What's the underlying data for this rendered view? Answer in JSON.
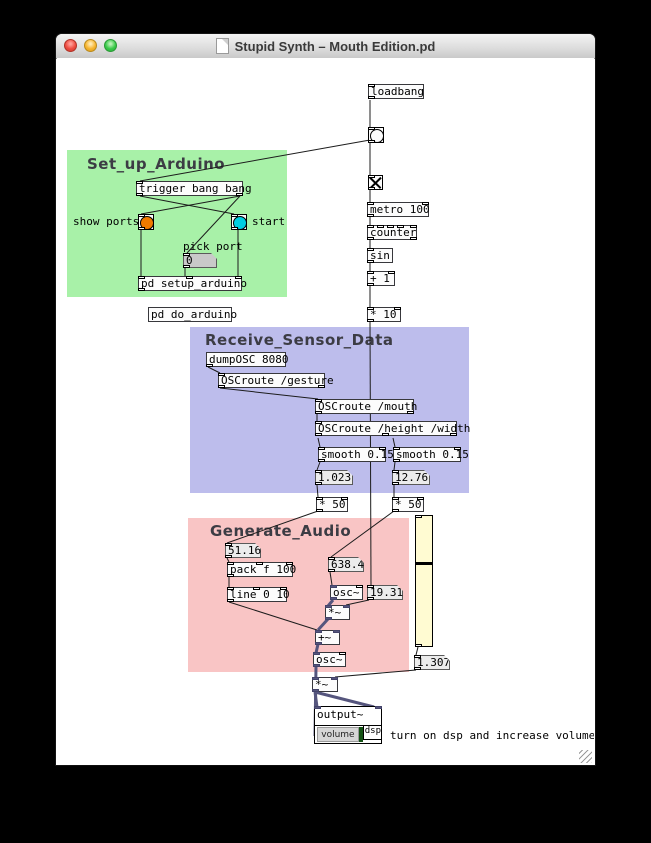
{
  "window": {
    "title": "Stupid Synth – Mouth Edition.pd"
  },
  "regions": {
    "arduino": {
      "title": "Set_up_Arduino",
      "color": "#a8f1a8"
    },
    "sensor": {
      "title": "Receive_Sensor_Data",
      "color": "#bdbdec"
    },
    "audio": {
      "title": "Generate_Audio",
      "color": "#f9c5c5"
    }
  },
  "boxes": {
    "loadbang": "loadbang",
    "metro": "metro 100",
    "counter": "counter",
    "sin": "sin",
    "plus1": "+ 1",
    "times10": "* 10",
    "trigger": "trigger bang bang",
    "pd_setup": "pd setup_arduino",
    "pd_do": "pd do_arduino",
    "dumposc": "dumpOSC 8080",
    "route_gesture": "OSCroute /gesture",
    "route_mouth": "OSCroute /mouth",
    "route_hw": "OSCroute /height /width",
    "smooth_l": "smooth 0.15",
    "smooth_r": "smooth 0.15",
    "times50_l": "* 50",
    "times50_r": "* 50",
    "pack": "pack f 100",
    "line": "line 0 10",
    "osc1": "osc~",
    "osc2": "osc~",
    "mul1": "*~",
    "mul2": "*~",
    "add1": "+~",
    "output": "output~",
    "volume": "volume",
    "dsp": "dsp"
  },
  "numbers": {
    "port": "0",
    "height": "1.023",
    "width": "12.76",
    "base": "51.16",
    "freq": "638.4",
    "mod": "19.31",
    "vol": "1.307"
  },
  "comments": {
    "show_ports": "show ports",
    "start": "start",
    "pick_port": "pick port",
    "dsp_hint": "turn on dsp and increase volume"
  },
  "colors": {
    "bang_orange": "#f07a00",
    "bang_cyan": "#00cde0",
    "signal_cord": "#55557d",
    "slider_fill": "#fffbd2"
  }
}
